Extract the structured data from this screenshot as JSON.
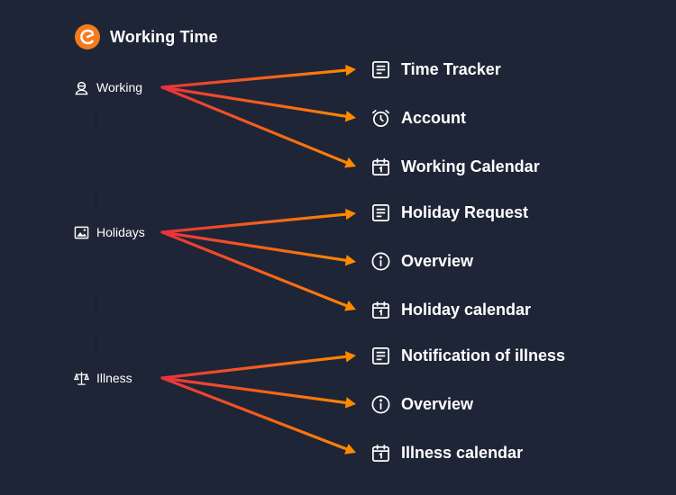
{
  "app": {
    "title": "Working Time",
    "logo_icon": "clock-logo-icon",
    "brand_color": "#f47a1f"
  },
  "colors": {
    "background": "#1e2536",
    "arrow_start": "#e8323a",
    "arrow_end": "#ff8a00",
    "text": "#ffffff"
  },
  "groups": [
    {
      "label": "Working",
      "icon": "person-icon",
      "targets": [
        {
          "label": "Time Tracker",
          "icon": "document-icon"
        },
        {
          "label": "Account",
          "icon": "alarm-clock-icon"
        },
        {
          "label": "Working Calendar",
          "icon": "calendar-icon"
        }
      ]
    },
    {
      "label": "Holidays",
      "icon": "image-icon",
      "targets": [
        {
          "label": "Holiday Request",
          "icon": "document-icon"
        },
        {
          "label": "Overview",
          "icon": "info-icon"
        },
        {
          "label": "Holiday calendar",
          "icon": "calendar-icon"
        }
      ]
    },
    {
      "label": "Illness",
      "icon": "scales-icon",
      "targets": [
        {
          "label": "Notification of illness",
          "icon": "document-icon"
        },
        {
          "label": "Overview",
          "icon": "info-icon"
        },
        {
          "label": "Illness calendar",
          "icon": "calendar-icon"
        }
      ]
    }
  ]
}
